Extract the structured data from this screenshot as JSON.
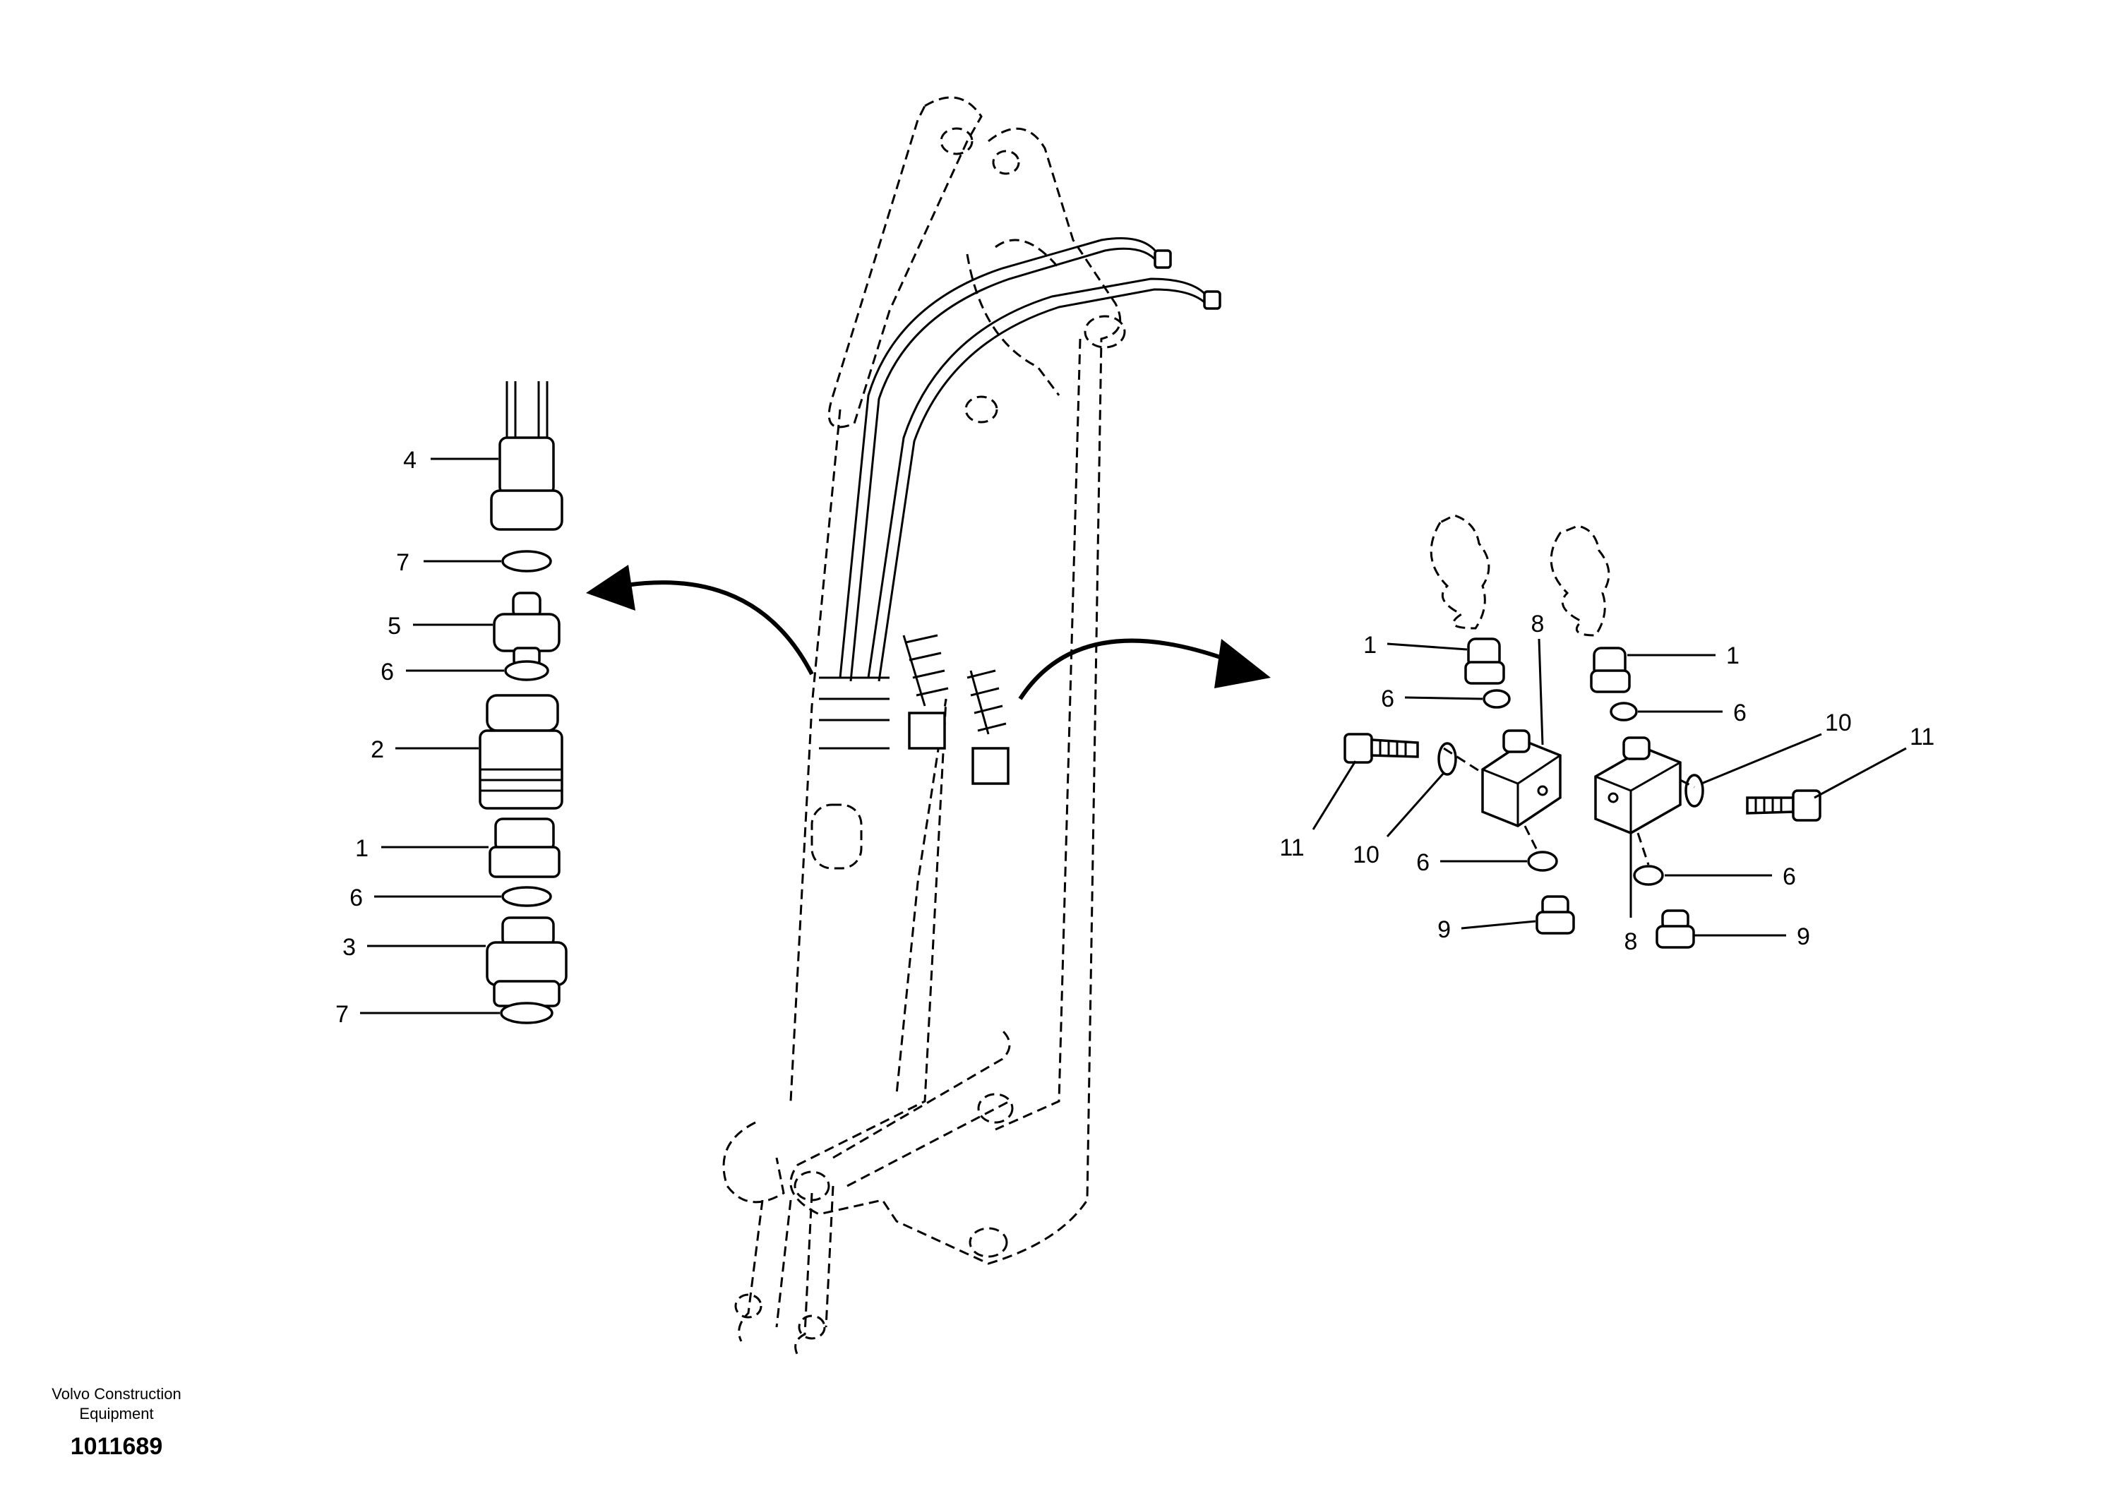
{
  "drawing": {
    "maker_line1": "Volvo Construction",
    "maker_line2": "Equipment",
    "drawing_number": "1011689"
  },
  "left_group": {
    "callouts": [
      "4",
      "7",
      "5",
      "6",
      "2",
      "1",
      "6",
      "3",
      "7"
    ]
  },
  "right_group": {
    "callouts": [
      "1",
      "8",
      "1",
      "6",
      "6",
      "10",
      "11",
      "11",
      "10",
      "6",
      "6",
      "9",
      "8",
      "9"
    ]
  },
  "colors": {
    "line": "#000000",
    "background": "#ffffff"
  }
}
